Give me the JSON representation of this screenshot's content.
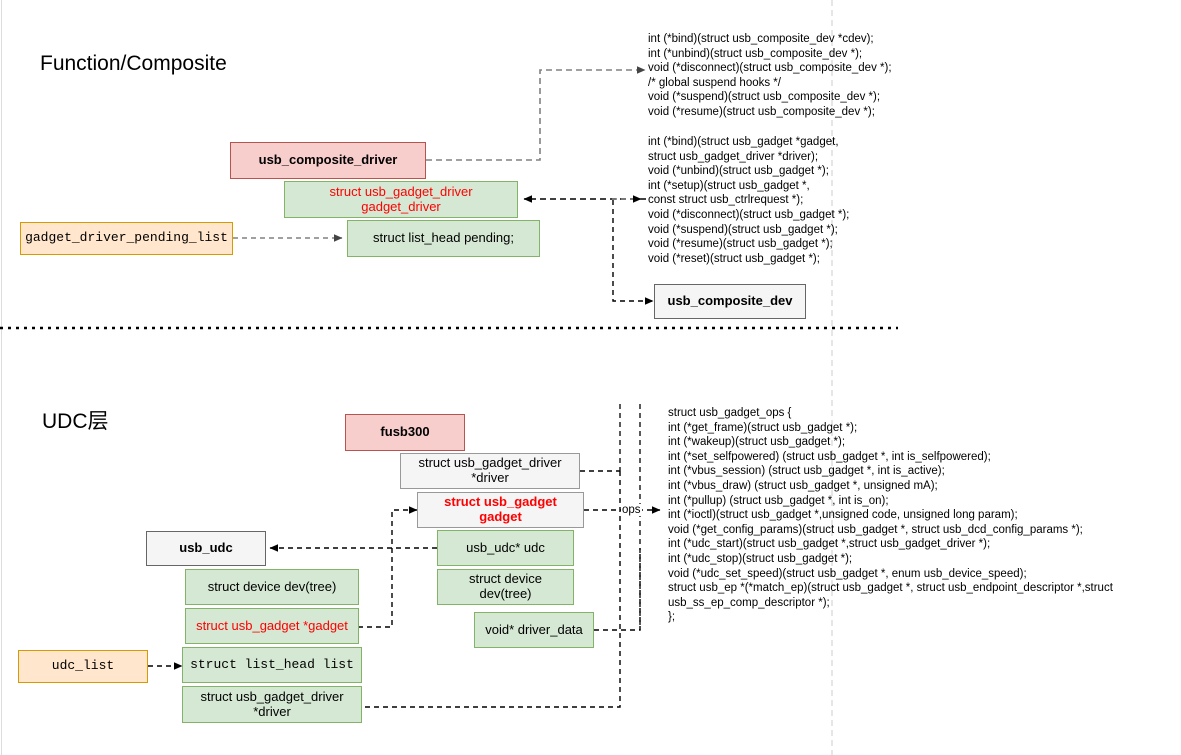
{
  "diagram": {
    "title_top": "Function/Composite",
    "title_bottom": "UDC层",
    "divider": "horizontal-dotted-separator",
    "colors": {
      "pink_fill": "#f8cecc",
      "pink_border": "#b85450",
      "green_fill": "#d5e8d4",
      "green_border": "#82b366",
      "orange_fill": "#ffe6cc",
      "orange_border": "#d79b00",
      "gray_fill": "#f5f5f5",
      "gray_border": "#666666",
      "red_text": "#ff0000"
    }
  },
  "top_section": {
    "boxes": {
      "usb_composite_driver": "usb_composite_driver",
      "gadget_driver_field": "struct usb_gadget_driver gadget_driver",
      "pending_field": "struct list_head pending;",
      "gadget_driver_pending_list": "gadget_driver_pending_list",
      "usb_composite_dev": "usb_composite_dev"
    },
    "code_composite_ops": "int (*bind)(struct usb_composite_dev *cdev);\nint (*unbind)(struct usb_composite_dev *);\nvoid (*disconnect)(struct usb_composite_dev *);\n/* global suspend hooks */\nvoid (*suspend)(struct usb_composite_dev *);\nvoid (*resume)(struct usb_composite_dev *);",
    "code_gadget_driver_ops": "int (*bind)(struct usb_gadget *gadget,\nstruct usb_gadget_driver *driver);\nvoid (*unbind)(struct usb_gadget *);\nint (*setup)(struct usb_gadget *,\nconst struct usb_ctrlrequest *);\nvoid (*disconnect)(struct usb_gadget *);\nvoid (*suspend)(struct usb_gadget *);\nvoid (*resume)(struct usb_gadget *);\nvoid (*reset)(struct usb_gadget *);"
  },
  "bottom_section": {
    "boxes": {
      "fusb300": "fusb300",
      "driver_field": "struct usb_gadget_driver *driver",
      "gadget_field": "struct usb_gadget gadget",
      "usb_udc": "usb_udc",
      "udc_dev_tree_left": "struct device dev(tree)",
      "udc_gadget_ptr": "struct usb_gadget *gadget",
      "udc_list_head": "struct list_head list",
      "udc_driver_ptr": "struct usb_gadget_driver *driver",
      "udc_list": "udc_list",
      "usb_udc_ptr": "usb_udc* udc",
      "udc_dev_tree_right": "struct device dev(tree)",
      "driver_data": "void* driver_data"
    },
    "ops_label": "ops",
    "code_gadget_ops": "struct usb_gadget_ops {\nint (*get_frame)(struct usb_gadget *);\nint (*wakeup)(struct usb_gadget *);\nint (*set_selfpowered) (struct usb_gadget *, int is_selfpowered);\nint (*vbus_session) (struct usb_gadget *, int is_active);\nint (*vbus_draw) (struct usb_gadget *, unsigned mA);\nint (*pullup) (struct usb_gadget *, int is_on);\nint (*ioctl)(struct usb_gadget *,unsigned code, unsigned long param);\nvoid (*get_config_params)(struct usb_gadget *, struct usb_dcd_config_params *);\nint (*udc_start)(struct usb_gadget *,struct usb_gadget_driver *);\nint (*udc_stop)(struct usb_gadget *);\nvoid (*udc_set_speed)(struct usb_gadget *, enum usb_device_speed);\nstruct usb_ep *(*match_ep)(struct usb_gadget *, struct usb_endpoint_descriptor *,struct\nusb_ss_ep_comp_descriptor *);\n};"
  }
}
